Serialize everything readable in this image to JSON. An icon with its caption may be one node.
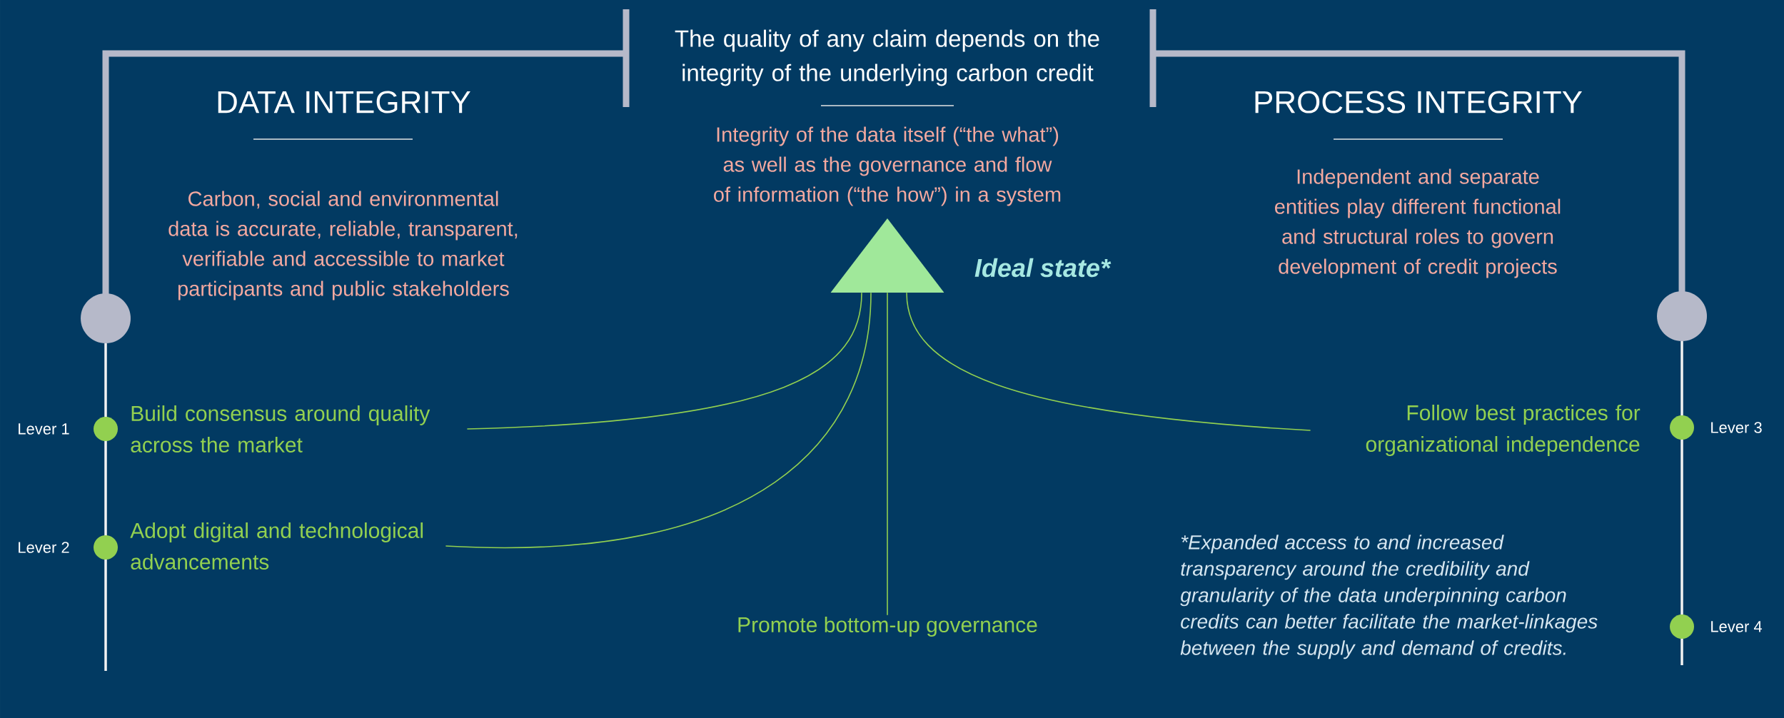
{
  "diagram": {
    "title": "The quality of any claim depends on the integrity of the underlying carbon credit",
    "nodes": [
      {
        "text": [],
        "shape": "triangle"
      },
      {
        "text": [
          "Build consensus around quality across the market"
        ]
      },
      {
        "text": [
          "Follow best practices for organizational independence"
        ]
      },
      {
        "text": [
          "Adopt digital and technological advancements"
        ]
      },
      {
        "text": [
          "Promote bottom-up governance"
        ]
      }
    ],
    "edges": [
      {
        "from": 1,
        "to": 0,
        "arrow": "none"
      },
      {
        "from": 2,
        "to": 0,
        "arrow": "none"
      },
      {
        "from": 3,
        "to": 0,
        "arrow": "none"
      },
      {
        "from": 4,
        "to": 0,
        "arrow": "none"
      }
    ],
    "labels": [
      "DATA INTEGRITY",
      "Integrity of the data itself (“the what”) as well as the governance and flow of information (“the how”) in a system",
      "PROCESS INTEGRITY",
      "Carbon, social and environmental data is accurate, reliable, transparent, verifiable and accessible to market participants and public stakeholders",
      "Independent and separate entities play different functional and structural roles to govern development of credit projects",
      "Ideal state*",
      "Lever 1",
      "Lever 3",
      "Lever 2",
      "*Expanded access to and increased transparency around the credibility and granularity of the data underpinning carbon credits can better facilitate the market-linkages between the supply and demand of credits.",
      "Lever 4"
    ]
  }
}
